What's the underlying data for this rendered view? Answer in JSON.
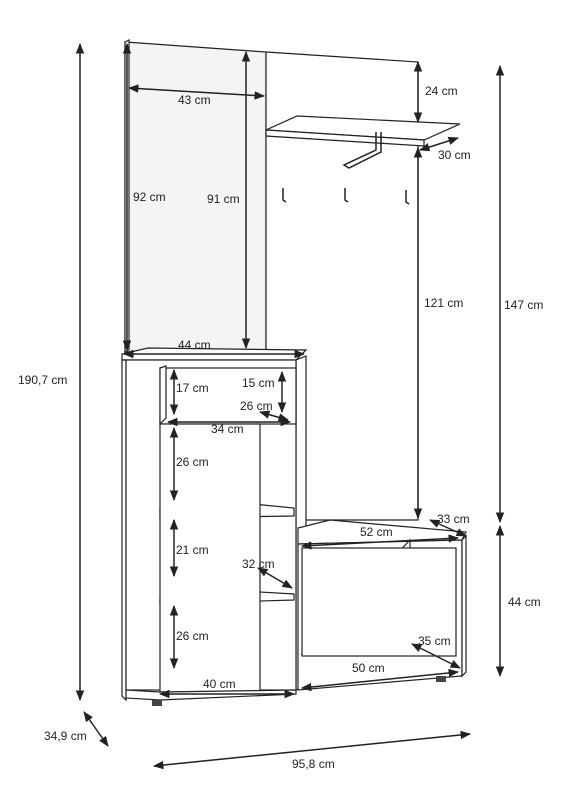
{
  "dimensions": {
    "mirror_width": "43 cm",
    "mirror_height_outer": "92 cm",
    "mirror_height_inner": "91 cm",
    "shelf_top_gap": "24 cm",
    "shelf_depth": "30 cm",
    "shelf_to_bench": "121 cm",
    "overall_upper_height": "147 cm",
    "overall_height": "190,7 cm",
    "cabinet_top_width": "44 cm",
    "drawer_height": "17 cm",
    "drawer_inner_height": "15 cm",
    "drawer_depth": "26 cm",
    "drawer_width": "34 cm",
    "compartment_1": "26 cm",
    "compartment_2": "21 cm",
    "shelf_depth_mid": "32 cm",
    "compartment_3": "26 cm",
    "cabinet_bottom_width": "40 cm",
    "bench_top_width": "52 cm",
    "bench_depth_top": "33 cm",
    "bench_height": "44 cm",
    "bench_depth_bottom": "35 cm",
    "bench_bottom_width": "50 cm",
    "overall_depth": "34,9 cm",
    "overall_width": "95,8 cm"
  }
}
